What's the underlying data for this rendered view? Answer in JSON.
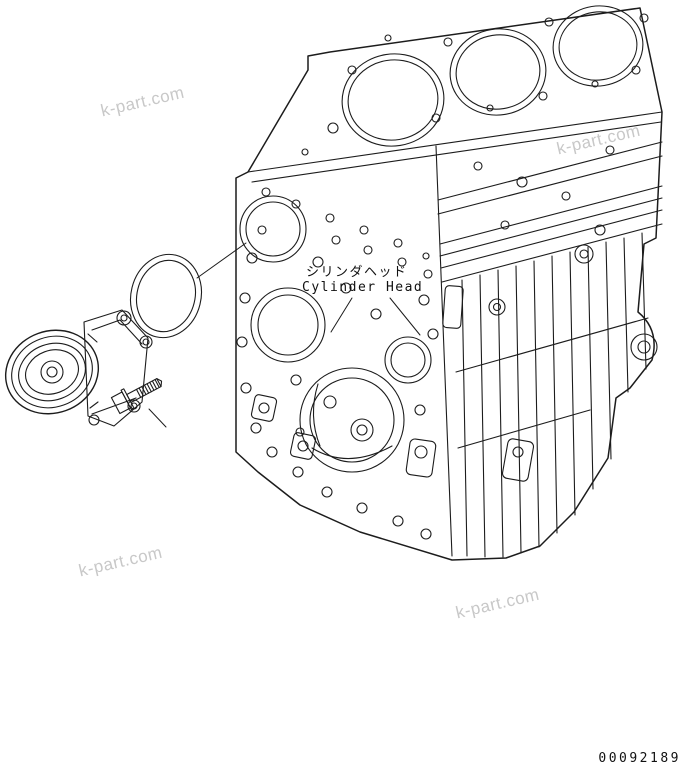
{
  "watermark": {
    "text": "k-part.com",
    "color": "#c8c8c8"
  },
  "labels": {
    "cylinder_head_ja": "シリンダヘッド",
    "cylinder_head_en": "Cylinder Head"
  },
  "part_number": "00092189",
  "colors": {
    "line": "#1c1c1c",
    "background": "#ffffff",
    "text": "#111111"
  }
}
